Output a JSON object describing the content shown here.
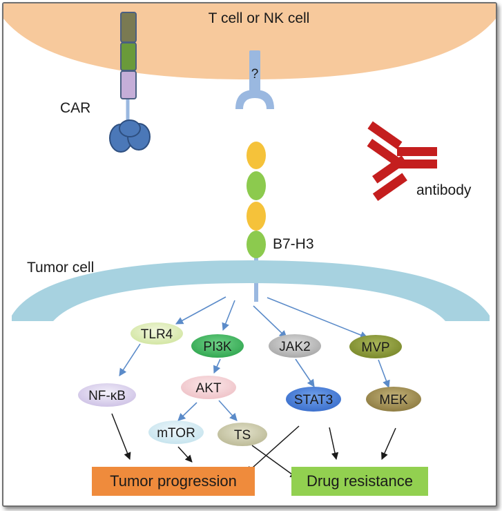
{
  "cells": {
    "top_label": "T cell or NK cell",
    "bottom_label": "Tumor cell"
  },
  "labels": {
    "car": "CAR",
    "unknown_receptor": "?",
    "antibody": "antibody",
    "b7h3": "B7-H3"
  },
  "nodes": {
    "tlr4": "TLR4",
    "pi3k": "PI3K",
    "jak2": "JAK2",
    "mvp": "MVP",
    "nfkb": "NF-κB",
    "akt": "AKT",
    "stat3": "STAT3",
    "mek": "MEK",
    "mtor": "mTOR",
    "ts": "TS"
  },
  "outcomes": {
    "tumor_progression": "Tumor progression",
    "drug_resistance": "Drug resistance"
  },
  "colors": {
    "t_cell_membrane": "#f7c99c",
    "tumor_membrane": "#a7d2e0",
    "receptor_blue": "#9ab8e0",
    "antibody_red": "#c41e1e",
    "domain_yellow": "#f5c23a",
    "domain_green": "#8cca4e",
    "arrow_blue": "#5b8bc9",
    "tumor_progression_box": "#ef8b3c",
    "drug_resistance_box": "#92d050"
  }
}
